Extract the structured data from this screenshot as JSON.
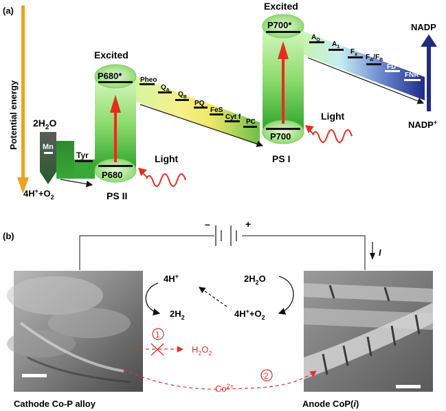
{
  "panel_a": {
    "label": "(a)",
    "axis_label": "Potential energy",
    "water_in": {
      "pre": "2H",
      "sub": "2",
      "post": "O"
    },
    "water_out": {
      "a": "4H",
      "sup": "+",
      "b": "+O",
      "sub": "2"
    },
    "mn": "Mn",
    "tyr": "Tyr",
    "p680": "P680",
    "p680_star": "P680*",
    "excited_1": "Excited",
    "psii": "PS II",
    "light_1": "Light",
    "carriers_1": {
      "pheo": "Pheo",
      "qa": {
        "base": "Q",
        "sub": "A"
      },
      "qb": {
        "base": "Q",
        "sub": "B"
      },
      "pq": "PQ",
      "fes": "FeS",
      "cyt": "Cyt f",
      "pc": "PC"
    },
    "p700": "P700",
    "p700_star": "P700*",
    "excited_2": "Excited",
    "psi": "PS I",
    "light_2": "Light",
    "carriers_2": {
      "ao": {
        "base": "A",
        "sub": "O"
      },
      "a1": {
        "base": "A",
        "sub": "1"
      },
      "fx": {
        "base": "F",
        "sub": "x"
      },
      "fafb": {
        "b1": "F",
        "s1": "A",
        "mid": "/F",
        "s2": "B"
      },
      "fd": "FD",
      "fnr": "FNR"
    },
    "nadp": "NADP",
    "nadp_plus": {
      "base": "NADP",
      "sup": "+"
    }
  },
  "panel_b": {
    "label": "(b)",
    "minus": "–",
    "plus": "+",
    "current": "I",
    "h4": {
      "base": "4H",
      "sup": "+"
    },
    "h2": {
      "pre": "2H",
      "sub": "2"
    },
    "water": {
      "pre": "2H",
      "sub": "2",
      "post": "O"
    },
    "o2": {
      "a": "4H",
      "sup": "+",
      "b": "+O",
      "sub": "2"
    },
    "circle_1": "1",
    "circle_2": "2",
    "h2o2": {
      "pre": "H",
      "s1": "2",
      "mid": "O",
      "s2": "2"
    },
    "co": {
      "base": "Co",
      "sup": "2+"
    },
    "cathode_caption": "Cathode Co-P alloy",
    "anode_caption": "Anode CoP(i)",
    "anode_caption_parts": {
      "pre": "Anode CoP(",
      "it": "i",
      "post": ")"
    }
  },
  "colors": {
    "orange_axis": "#f0a020",
    "red_arrow": "#e03020",
    "green": "#3aa83a",
    "light_green": "#b8e890",
    "navy": "#202a80",
    "dashed_red": "#e03030"
  }
}
